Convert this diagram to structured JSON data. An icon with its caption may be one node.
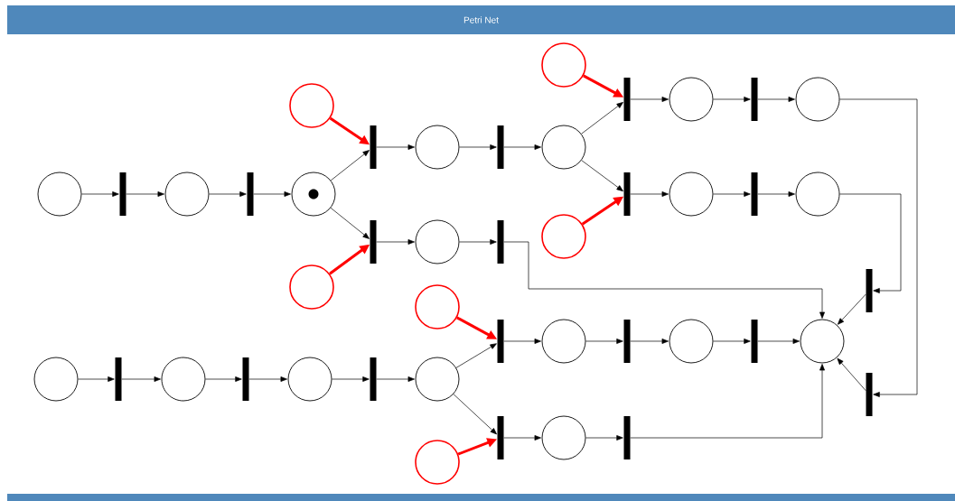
{
  "diagram": {
    "title": "Petri Net",
    "nodes": [
      {
        "text": [],
        "shape": "circle"
      },
      {
        "text": [],
        "shape": "circle"
      },
      {
        "text": [],
        "shape": "bar"
      },
      {
        "text": [],
        "shape": "circle"
      },
      {
        "text": [],
        "shape": "bar"
      },
      {
        "text": [],
        "shape": "circle"
      },
      {
        "text": [],
        "shape": "bar"
      },
      {
        "text": [],
        "shape": "circle"
      },
      {
        "text": [],
        "shape": "bar"
      },
      {
        "text": [],
        "shape": "circle"
      },
      {
        "text": [],
        "shape": "circle"
      },
      {
        "text": [],
        "shape": "bar"
      },
      {
        "text": [],
        "shape": "circle"
      },
      {
        "text": [],
        "shape": "bar"
      },
      {
        "text": [],
        "shape": "circle"
      },
      {
        "text": [],
        "shape": "bar"
      },
      {
        "text": [],
        "shape": "circle"
      },
      {
        "text": [],
        "shape": "bar"
      },
      {
        "text": [],
        "shape": "circle"
      },
      {
        "text": [],
        "shape": "circle"
      },
      {
        "text": [],
        "shape": "bar"
      },
      {
        "text": [],
        "shape": "circle"
      },
      {
        "text": [],
        "shape": "bar"
      },
      {
        "text": [],
        "shape": "circle"
      },
      {
        "text": [],
        "shape": "bar"
      },
      {
        "text": [],
        "shape": "circle"
      },
      {
        "text": [],
        "shape": "bar"
      },
      {
        "text": [],
        "shape": "circle"
      },
      {
        "text": [],
        "shape": "bar"
      },
      {
        "text": [],
        "shape": "circle"
      },
      {
        "text": [],
        "shape": "bar"
      },
      {
        "text": [],
        "shape": "circle"
      },
      {
        "text": [],
        "shape": "circle"
      },
      {
        "text": [],
        "shape": "bar"
      },
      {
        "text": [],
        "shape": "circle"
      },
      {
        "text": [],
        "shape": "bar"
      },
      {
        "text": [],
        "shape": "circle"
      },
      {
        "text": [],
        "shape": "bar"
      },
      {
        "text": [],
        "shape": "circle"
      },
      {
        "text": [],
        "shape": "bar"
      },
      {
        "text": [],
        "shape": "bar"
      },
      {
        "text": [],
        "shape": "circle"
      },
      {
        "text": [],
        "shape": "bar"
      },
      {
        "text": [],
        "shape": "circle"
      }
    ],
    "edges": [
      {
        "from": 0,
        "to": 2,
        "arrow": "to",
        "style": "thick",
        "color": "#ff0000"
      },
      {
        "from": 1,
        "to": 6,
        "arrow": "to",
        "style": "thick",
        "color": "#ff0000"
      },
      {
        "from": 19,
        "to": 15,
        "arrow": "to",
        "style": "thick",
        "color": "#ff0000"
      },
      {
        "from": 23,
        "to": 20,
        "arrow": "to",
        "style": "thick",
        "color": "#ff0000"
      },
      {
        "from": 25,
        "to": 26,
        "arrow": "to",
        "style": "thick",
        "color": "#ff0000"
      },
      {
        "from": 43,
        "to": 40,
        "arrow": "to",
        "style": "thick",
        "color": "#ff0000"
      },
      {
        "from": 10,
        "to": 11,
        "arrow": "to"
      },
      {
        "from": 11,
        "to": 12,
        "arrow": "to"
      },
      {
        "from": 12,
        "to": 13,
        "arrow": "to"
      },
      {
        "from": 13,
        "to": 14,
        "arrow": "to"
      },
      {
        "from": 14,
        "to": 6,
        "arrow": "to"
      },
      {
        "from": 14,
        "to": 20,
        "arrow": "to"
      },
      {
        "from": 6,
        "to": 7,
        "arrow": "to"
      },
      {
        "from": 7,
        "to": 8,
        "arrow": "to"
      },
      {
        "from": 8,
        "to": 9,
        "arrow": "to"
      },
      {
        "from": 9,
        "to": 2,
        "arrow": "to"
      },
      {
        "from": 9,
        "to": 15,
        "arrow": "to"
      },
      {
        "from": 2,
        "to": 3,
        "arrow": "to"
      },
      {
        "from": 3,
        "to": 4,
        "arrow": "to"
      },
      {
        "from": 4,
        "to": 5,
        "arrow": "to"
      },
      {
        "from": 15,
        "to": 16,
        "arrow": "to"
      },
      {
        "from": 16,
        "to": 17,
        "arrow": "to"
      },
      {
        "from": 17,
        "to": 18,
        "arrow": "to"
      },
      {
        "from": 5,
        "to": 39,
        "arrow": "to"
      },
      {
        "from": 18,
        "to": 24,
        "arrow": "to"
      },
      {
        "from": 20,
        "to": 21,
        "arrow": "to"
      },
      {
        "from": 21,
        "to": 22,
        "arrow": "to"
      },
      {
        "from": 22,
        "to": 31,
        "arrow": "to"
      },
      {
        "from": 32,
        "to": 33,
        "arrow": "to"
      },
      {
        "from": 33,
        "to": 34,
        "arrow": "to"
      },
      {
        "from": 34,
        "to": 35,
        "arrow": "to"
      },
      {
        "from": 35,
        "to": 36,
        "arrow": "to"
      },
      {
        "from": 36,
        "to": 37,
        "arrow": "to"
      },
      {
        "from": 37,
        "to": 38,
        "arrow": "to"
      },
      {
        "from": 38,
        "to": 26,
        "arrow": "to"
      },
      {
        "from": 38,
        "to": 40,
        "arrow": "to"
      },
      {
        "from": 26,
        "to": 27,
        "arrow": "to"
      },
      {
        "from": 27,
        "to": 28,
        "arrow": "to"
      },
      {
        "from": 28,
        "to": 29,
        "arrow": "to"
      },
      {
        "from": 29,
        "to": 30,
        "arrow": "to"
      },
      {
        "from": 30,
        "to": 31,
        "arrow": "to"
      },
      {
        "from": 40,
        "to": 41,
        "arrow": "to"
      },
      {
        "from": 41,
        "to": 42,
        "arrow": "to"
      },
      {
        "from": 42,
        "to": 31,
        "arrow": "to"
      },
      {
        "from": 24,
        "to": 31,
        "arrow": "to"
      },
      {
        "from": 39,
        "to": 31,
        "arrow": "to"
      }
    ]
  }
}
